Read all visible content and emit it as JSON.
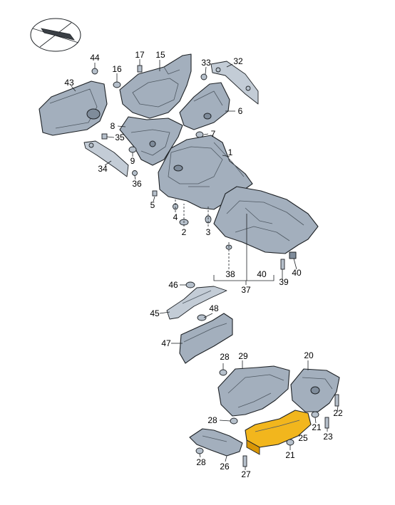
{
  "diagram": {
    "labels": {
      "1": "1",
      "2": "2",
      "3": "3",
      "4": "4",
      "5": "5",
      "6": "6",
      "7": "7",
      "8": "8",
      "9": "9",
      "15": "15",
      "16": "16",
      "17": "17",
      "20": "20",
      "21a": "21",
      "21b": "21",
      "22": "22",
      "23": "23",
      "25": "25",
      "26": "26",
      "27": "27",
      "28a": "28",
      "28b": "28",
      "28c": "28",
      "29": "29",
      "32": "32",
      "33": "33",
      "34": "34",
      "35": "35",
      "36": "36",
      "37": "37",
      "38": "38",
      "39": "39",
      "40a": "40",
      "40b": "40",
      "43": "43",
      "44": "44",
      "45": "45",
      "46": "46",
      "47": "47",
      "48": "48"
    },
    "highlight_color": "#f2b61d",
    "part_color": "#a3afbd"
  }
}
